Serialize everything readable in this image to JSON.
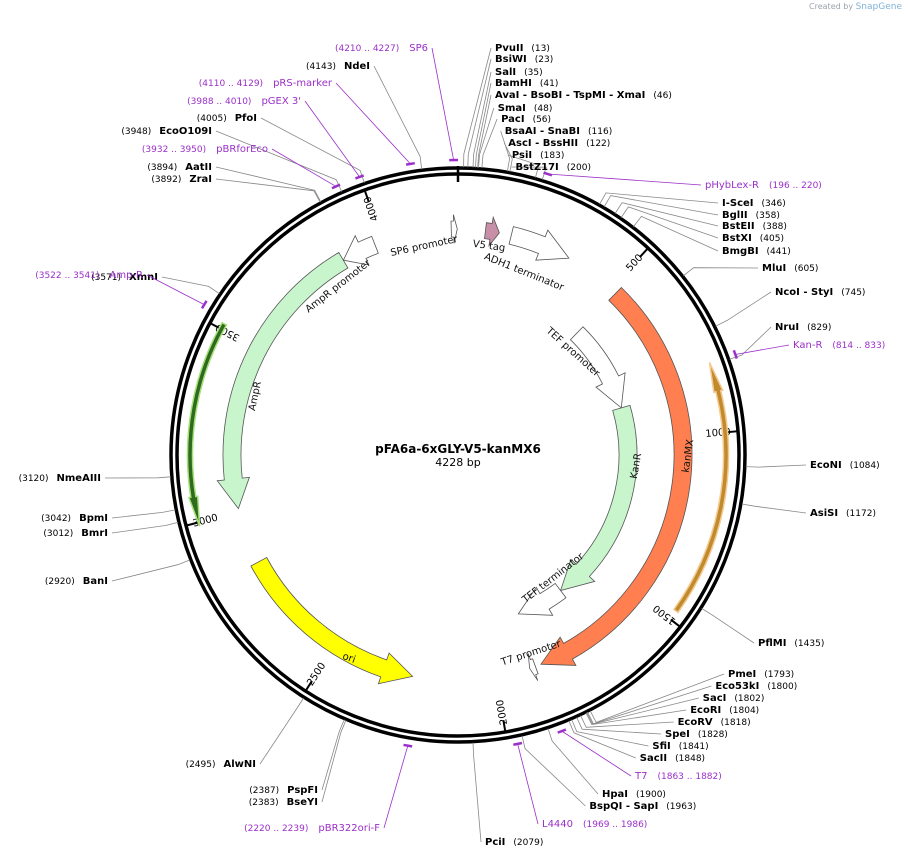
{
  "credit": {
    "created_by": "Created by",
    "brand": "SnapGene"
  },
  "plasmid": {
    "name": "pFA6a-6xGLY-V5-kanMX6",
    "length_label": "4228 bp",
    "length": 4228
  },
  "ticks": [
    {
      "value": 500,
      "label": "500"
    },
    {
      "value": 1000,
      "label": "1000"
    },
    {
      "value": 1500,
      "label": "1500"
    },
    {
      "value": 2000,
      "label": "2000"
    },
    {
      "value": 2500,
      "label": "2500"
    },
    {
      "value": 3000,
      "label": "3000"
    },
    {
      "value": 3500,
      "label": "3500"
    },
    {
      "value": 4000,
      "label": "4000"
    }
  ],
  "enzymes": [
    {
      "name": "PvuII",
      "pos": "(13)",
      "p": 13
    },
    {
      "name": "BsiWI",
      "pos": "(23)",
      "p": 23
    },
    {
      "name": "SalI",
      "pos": "(35)",
      "p": 35
    },
    {
      "name": "BamHI",
      "pos": "(41)",
      "p": 41
    },
    {
      "name": "AvaI - BsoBI - TspMI - XmaI",
      "pos": "(46)",
      "p": 46
    },
    {
      "name": "SmaI",
      "pos": "(48)",
      "p": 48
    },
    {
      "name": "PacI",
      "pos": "(56)",
      "p": 56
    },
    {
      "name": "BsaAI - SnaBI",
      "pos": "(116)",
      "p": 116
    },
    {
      "name": "AscI - BssHII",
      "pos": "(122)",
      "p": 122
    },
    {
      "name": "PsiI",
      "pos": "(183)",
      "p": 183
    },
    {
      "name": "BstZ17I",
      "pos": "(200)",
      "p": 200
    },
    {
      "name": "I-SceI",
      "pos": "(346)",
      "p": 346
    },
    {
      "name": "BglII",
      "pos": "(358)",
      "p": 358
    },
    {
      "name": "BstEII",
      "pos": "(388)",
      "p": 388
    },
    {
      "name": "BstXI",
      "pos": "(405)",
      "p": 405
    },
    {
      "name": "BmgBI",
      "pos": "(441)",
      "p": 441
    },
    {
      "name": "MluI",
      "pos": "(605)",
      "p": 605
    },
    {
      "name": "NcoI - StyI",
      "pos": "(745)",
      "p": 745
    },
    {
      "name": "NruI",
      "pos": "(829)",
      "p": 829
    },
    {
      "name": "EcoNI",
      "pos": "(1084)",
      "p": 1084
    },
    {
      "name": "AsiSI",
      "pos": "(1172)",
      "p": 1172
    },
    {
      "name": "PflMI",
      "pos": "(1435)",
      "p": 1435
    },
    {
      "name": "PmeI",
      "pos": "(1793)",
      "p": 1793
    },
    {
      "name": "Eco53kI",
      "pos": "(1800)",
      "p": 1800
    },
    {
      "name": "SacI",
      "pos": "(1802)",
      "p": 1802
    },
    {
      "name": "EcoRI",
      "pos": "(1804)",
      "p": 1804
    },
    {
      "name": "EcoRV",
      "pos": "(1818)",
      "p": 1818
    },
    {
      "name": "SpeI",
      "pos": "(1828)",
      "p": 1828
    },
    {
      "name": "SfiI",
      "pos": "(1841)",
      "p": 1841
    },
    {
      "name": "SacII",
      "pos": "(1848)",
      "p": 1848
    },
    {
      "name": "HpaI",
      "pos": "(1900)",
      "p": 1900
    },
    {
      "name": "BspQI - SapI",
      "pos": "(1963)",
      "p": 1963
    },
    {
      "name": "PciI",
      "pos": "(2079)",
      "p": 2079
    },
    {
      "name": "BseYI",
      "pos": "(2383)",
      "p": 2383
    },
    {
      "name": "PspFI",
      "pos": "(2387)",
      "p": 2387
    },
    {
      "name": "AlwNI",
      "pos": "(2495)",
      "p": 2495
    },
    {
      "name": "BanI",
      "pos": "(2920)",
      "p": 2920
    },
    {
      "name": "BmrI",
      "pos": "(3012)",
      "p": 3012
    },
    {
      "name": "BpmI",
      "pos": "(3042)",
      "p": 3042
    },
    {
      "name": "NmeAIII",
      "pos": "(3120)",
      "p": 3120
    },
    {
      "name": "XmnI",
      "pos": "(3571)",
      "p": 3571
    },
    {
      "name": "ZraI",
      "pos": "(3892)",
      "p": 3892
    },
    {
      "name": "AatII",
      "pos": "(3894)",
      "p": 3894
    },
    {
      "name": "EcoO109I",
      "pos": "(3948)",
      "p": 3948
    },
    {
      "name": "PfoI",
      "pos": "(4005)",
      "p": 4005
    },
    {
      "name": "NdeI",
      "pos": "(4143)",
      "p": 4143
    }
  ],
  "primers": [
    {
      "name": "SP6",
      "pos": "(4210 .. 4227)",
      "p": 4218
    },
    {
      "name": "pRS-marker",
      "pos": "(4110 .. 4129)",
      "p": 4119
    },
    {
      "name": "pGEX 3'",
      "pos": "(3988 .. 4010)",
      "p": 3999
    },
    {
      "name": "pBRforEco",
      "pos": "(3932 .. 3950)",
      "p": 3941
    },
    {
      "name": "Amp-R",
      "pos": "(3522 .. 3541)",
      "p": 3531
    },
    {
      "name": "pHybLex-R",
      "pos": "(196 .. 220)",
      "p": 208
    },
    {
      "name": "Kan-R",
      "pos": "(814 .. 833)",
      "p": 823
    },
    {
      "name": "T7",
      "pos": "(1863 .. 1882)",
      "p": 1872
    },
    {
      "name": "L4440",
      "pos": "(1969 .. 1986)",
      "p": 1977
    },
    {
      "name": "pBR322ori-F",
      "pos": "(2220 .. 2239)",
      "p": 2229
    }
  ],
  "features": [
    {
      "name": "SP6 promoter",
      "start": 4208,
      "end": 4226,
      "dir": 1,
      "color": "#ffffff"
    },
    {
      "name": "V5 tag",
      "start": 82,
      "end": 124,
      "dir": 1,
      "color": "#c88fa8"
    },
    {
      "name": "ADH1 terminator",
      "start": 160,
      "end": 345,
      "dir": 1,
      "color": "#ffffff"
    },
    {
      "name": "kanMX",
      "start": 520,
      "end": 1860,
      "dir": 1,
      "color": "#ff7f50"
    },
    {
      "name": "TEF promoter",
      "start": 520,
      "end": 868,
      "dir": 1,
      "color": "#ffffff"
    },
    {
      "name": "KanR",
      "start": 868,
      "end": 1678,
      "dir": 1,
      "color": "#c9f5cd"
    },
    {
      "name": "TEF terminator",
      "start": 1678,
      "end": 1870,
      "dir": 1,
      "color": "#ffffff"
    },
    {
      "name": "T7 promoter",
      "start": 1878,
      "end": 1896,
      "dir": 1,
      "color": "#ffffff"
    },
    {
      "name": "ori",
      "start": 2250,
      "end": 2840,
      "dir": -1,
      "color": "#ffff00"
    },
    {
      "name": "AmpR",
      "start": 3010,
      "end": 3870,
      "dir": -1,
      "color": "#c9f5cd"
    },
    {
      "name": "AmpR promoter",
      "start": 3870,
      "end": 3975,
      "dir": -1,
      "color": "#ffffff"
    }
  ],
  "primer_binding_arcs": [
    {
      "name": "Kan-R binding",
      "start": 820,
      "end": 1475,
      "dir": -1,
      "color": "#c08a2e"
    },
    {
      "name": "Amp-R binding",
      "start": 2990,
      "end": 3515,
      "dir": -1,
      "color": "#2f6b1e"
    }
  ]
}
